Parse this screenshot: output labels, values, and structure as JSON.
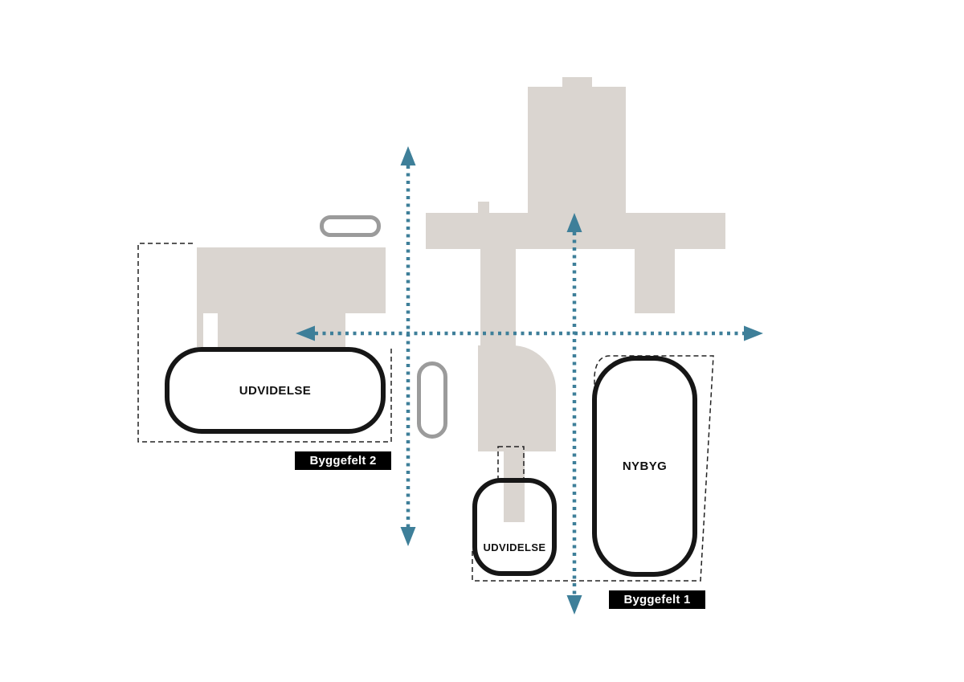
{
  "diagram": {
    "type": "architectural-site-plan"
  },
  "labels": {
    "udvidelse_west": "UDVIDELSE",
    "udvidelse_south": "UDVIDELSE",
    "nybyg": "NYBYG",
    "byggefelt_1": "Byggefelt 1",
    "byggefelt_2": "Byggefelt 2"
  },
  "colors": {
    "building_fill": "#dad5d0",
    "heavy_outline": "#161616",
    "dashed_outline": "#222222",
    "capsule_outline": "#9b9b9b",
    "axis_arrow": "#3e7f99",
    "tag_background": "#000000",
    "tag_text": "#ffffff"
  }
}
